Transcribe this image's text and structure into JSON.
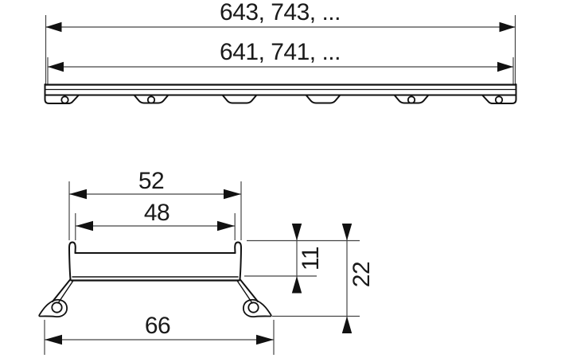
{
  "drawing": {
    "type": "technical dimension drawing",
    "subject": "shower channel grate - side view and cross-section",
    "colors": {
      "line": "#1a1a1a",
      "dim_line": "#454545",
      "background": "#ffffff"
    },
    "side_view": {
      "dims": {
        "overall_length": "643, 743, ...",
        "inner_length": "641, 741, ..."
      }
    },
    "section_view": {
      "dims": {
        "outer_width": "52",
        "inner_width": "48",
        "lip_height": "11",
        "total_height": "22",
        "base_width": "66"
      }
    }
  }
}
